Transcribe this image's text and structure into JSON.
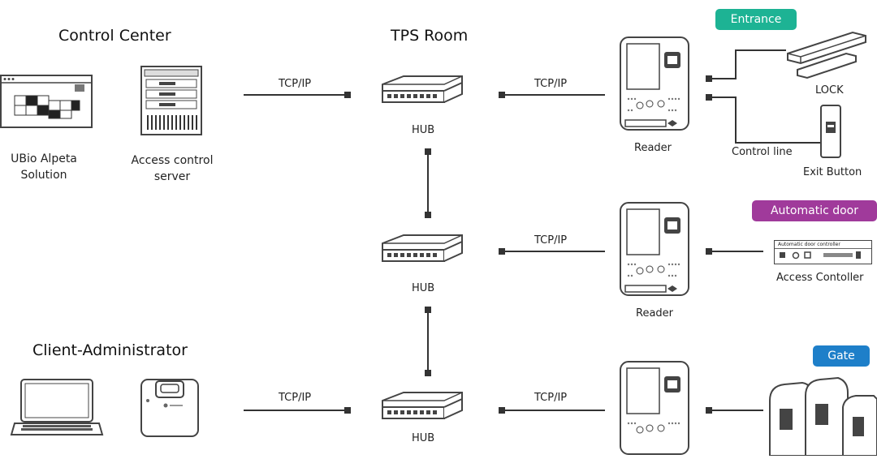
{
  "sections": {
    "control_center": "Control Center",
    "tps_room": "TPS Room",
    "client_admin": "Client-Administrator"
  },
  "devices": {
    "ubio_line1": "UBio Alpeta",
    "ubio_line2": "Solution",
    "server_line1": "Access control",
    "server_line2": "server",
    "hub": "HUB",
    "reader": "Reader",
    "lock": "LOCK",
    "exit_button": "Exit Button",
    "control_line": "Control line",
    "access_controller": "Access Contoller",
    "controller_panel_text": "Automatic door controller"
  },
  "connections": {
    "tcp_ip": "TCP/IP"
  },
  "badges": {
    "entrance": {
      "label": "Entrance",
      "color": "#1db394"
    },
    "automatic_door": {
      "label": "Automatic door",
      "color": "#a03a9b"
    },
    "gate": {
      "label": "Gate",
      "color": "#1e7fc9"
    }
  }
}
